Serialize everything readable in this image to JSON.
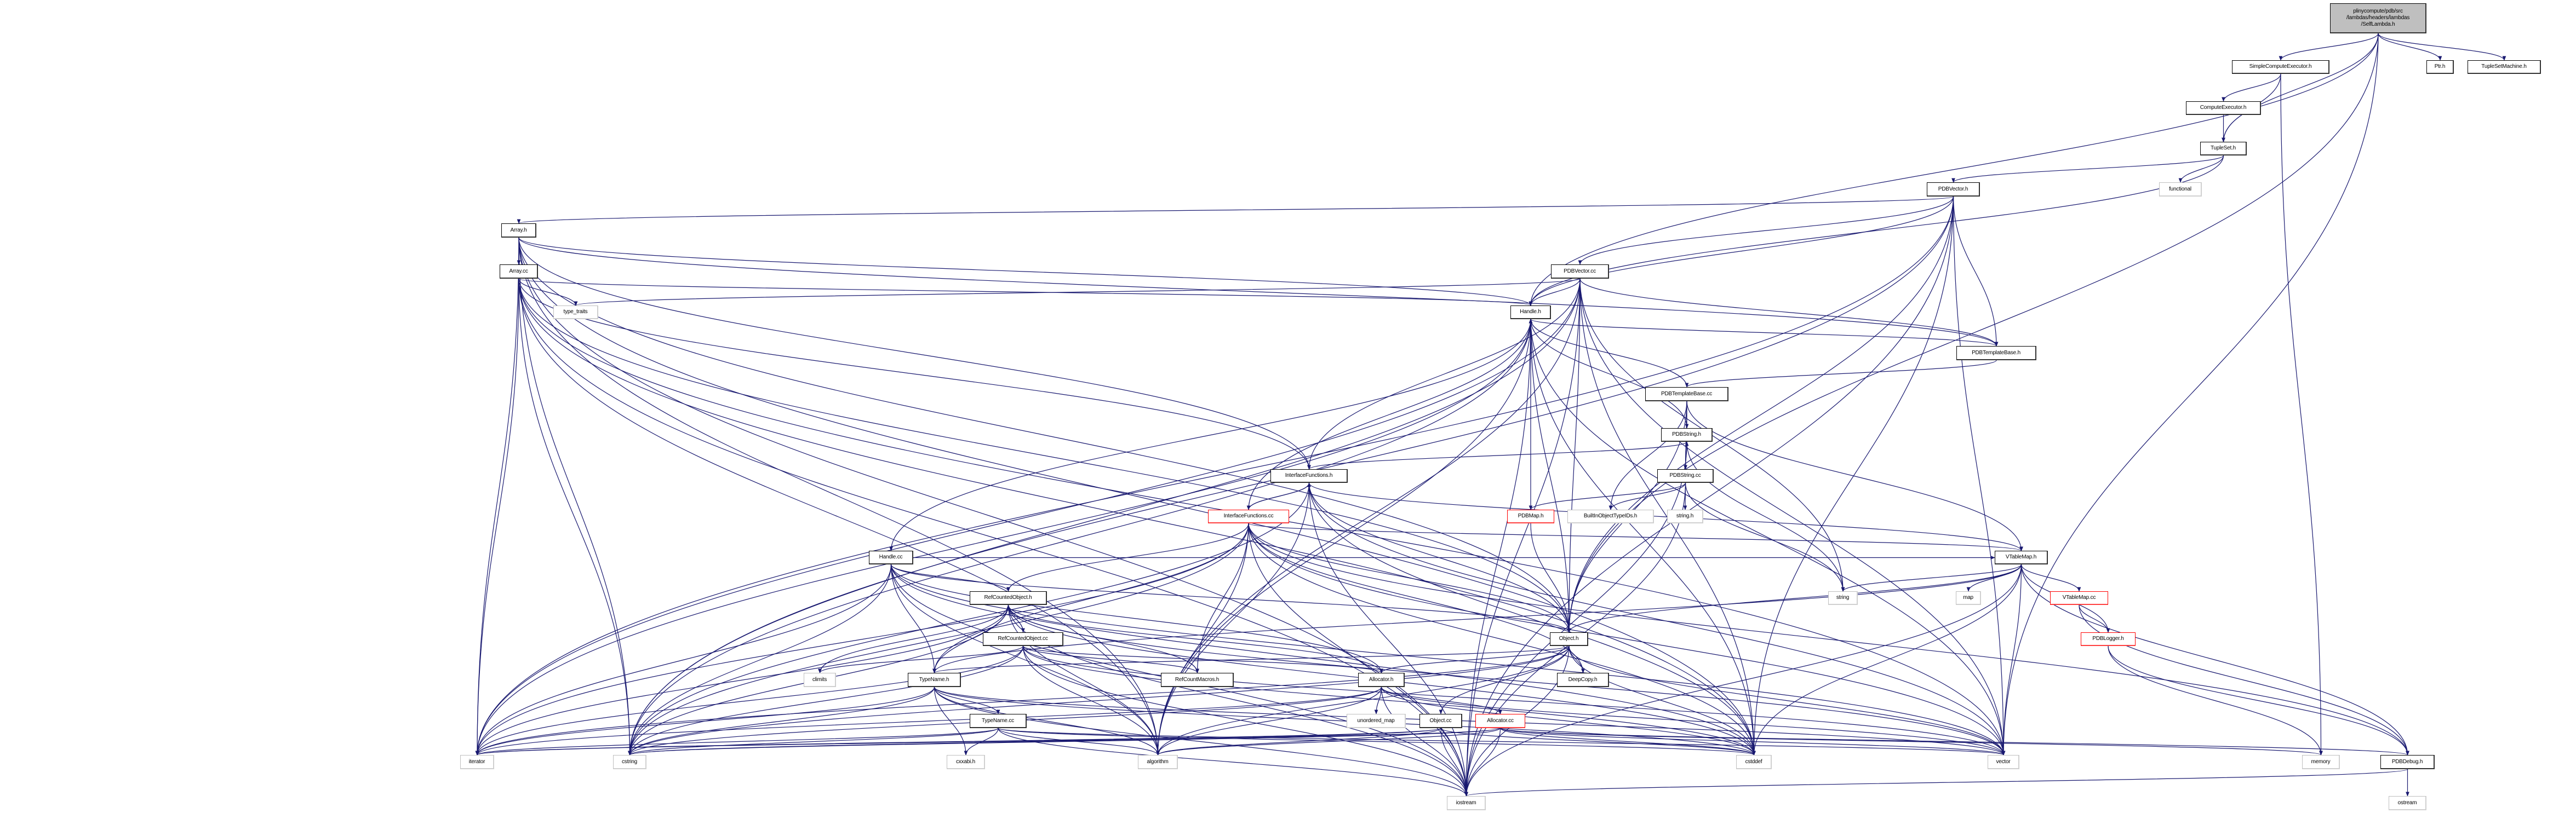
{
  "colors": {
    "edge": "#191970",
    "root_fill": "#bfbfbf",
    "truncated_border": "#ff0000",
    "system_border": "#bfbfbf"
  },
  "nodes": [
    {
      "id": "root",
      "label": "plinycompute/pdb/src /lambdas/headers/lambdas /SelfLambda.h",
      "kind": "root"
    },
    {
      "id": "sce",
      "label": "SimpleComputeExecutor.h",
      "kind": "doc"
    },
    {
      "id": "ptr",
      "label": "Ptr.h",
      "kind": "doc"
    },
    {
      "id": "tsm",
      "label": "TupleSetMachine.h",
      "kind": "doc"
    },
    {
      "id": "ce",
      "label": "ComputeExecutor.h",
      "kind": "doc"
    },
    {
      "id": "ts",
      "label": "TupleSet.h",
      "kind": "doc"
    },
    {
      "id": "pvh",
      "label": "PDBVector.h",
      "kind": "doc"
    },
    {
      "id": "functional",
      "label": "functional",
      "kind": "sys"
    },
    {
      "id": "arrh",
      "label": "Array.h",
      "kind": "doc"
    },
    {
      "id": "arrcc",
      "label": "Array.cc",
      "kind": "doc"
    },
    {
      "id": "type_traits",
      "label": "type_traits",
      "kind": "sys"
    },
    {
      "id": "pvcc",
      "label": "PDBVector.cc",
      "kind": "doc"
    },
    {
      "id": "handleh",
      "label": "Handle.h",
      "kind": "doc"
    },
    {
      "id": "ptbh",
      "label": "PDBTemplateBase.h",
      "kind": "doc"
    },
    {
      "id": "ptbcc",
      "label": "PDBTemplateBase.cc",
      "kind": "doc"
    },
    {
      "id": "psh",
      "label": "PDBString.h",
      "kind": "doc"
    },
    {
      "id": "ifh",
      "label": "InterfaceFunctions.h",
      "kind": "doc"
    },
    {
      "id": "pscc",
      "label": "PDBString.cc",
      "kind": "doc"
    },
    {
      "id": "pmap",
      "label": "PDBMap.h",
      "kind": "trunc"
    },
    {
      "id": "bitid",
      "label": "BuiltInObjectTypeIDs.h",
      "kind": "sys"
    },
    {
      "id": "stringh",
      "label": "string.h",
      "kind": "sys"
    },
    {
      "id": "ifcc",
      "label": "InterfaceFunctions.cc",
      "kind": "trunc"
    },
    {
      "id": "vtmh",
      "label": "VTableMap.h",
      "kind": "doc"
    },
    {
      "id": "handlecc",
      "label": "Handle.cc",
      "kind": "doc"
    },
    {
      "id": "string",
      "label": "string",
      "kind": "sys"
    },
    {
      "id": "map",
      "label": "map",
      "kind": "sys"
    },
    {
      "id": "vtmcc",
      "label": "VTableMap.cc",
      "kind": "trunc"
    },
    {
      "id": "rcoh",
      "label": "RefCountedObject.h",
      "kind": "doc"
    },
    {
      "id": "objh",
      "label": "Object.h",
      "kind": "doc"
    },
    {
      "id": "logger",
      "label": "PDBLogger.h",
      "kind": "trunc"
    },
    {
      "id": "rcocc",
      "label": "RefCountedObject.cc",
      "kind": "doc"
    },
    {
      "id": "climits",
      "label": "climits",
      "kind": "sys"
    },
    {
      "id": "tnh",
      "label": "TypeName.h",
      "kind": "doc"
    },
    {
      "id": "rcm",
      "label": "RefCountMacros.h",
      "kind": "doc"
    },
    {
      "id": "alloch",
      "label": "Allocator.h",
      "kind": "doc"
    },
    {
      "id": "deepcopy",
      "label": "DeepCopy.h",
      "kind": "doc"
    },
    {
      "id": "tncc",
      "label": "TypeName.cc",
      "kind": "doc"
    },
    {
      "id": "umap",
      "label": "unordered_map",
      "kind": "sys"
    },
    {
      "id": "objcc",
      "label": "Object.cc",
      "kind": "doc"
    },
    {
      "id": "alloccc",
      "label": "Allocator.cc",
      "kind": "trunc"
    },
    {
      "id": "iterator",
      "label": "iterator",
      "kind": "sys"
    },
    {
      "id": "cstring",
      "label": "cstring",
      "kind": "sys"
    },
    {
      "id": "cxxabi",
      "label": "cxxabi.h",
      "kind": "sys"
    },
    {
      "id": "algorithm",
      "label": "algorithm",
      "kind": "sys"
    },
    {
      "id": "cstddef",
      "label": "cstddef",
      "kind": "sys"
    },
    {
      "id": "vector",
      "label": "vector",
      "kind": "sys"
    },
    {
      "id": "memory",
      "label": "memory",
      "kind": "sys"
    },
    {
      "id": "debug",
      "label": "PDBDebug.h",
      "kind": "doc"
    },
    {
      "id": "iostream",
      "label": "iostream",
      "kind": "sys"
    },
    {
      "id": "ostream",
      "label": "ostream",
      "kind": "sys"
    }
  ],
  "edges": [
    [
      "root",
      "sce"
    ],
    [
      "root",
      "ptr"
    ],
    [
      "root",
      "tsm"
    ],
    [
      "root",
      "ts"
    ],
    [
      "root",
      "handleh"
    ],
    [
      "root",
      "objh"
    ],
    [
      "root",
      "vector"
    ],
    [
      "sce",
      "ce"
    ],
    [
      "sce",
      "ts"
    ],
    [
      "sce",
      "memory"
    ],
    [
      "ce",
      "ts"
    ],
    [
      "ts",
      "pvh"
    ],
    [
      "ts",
      "functional"
    ],
    [
      "ts",
      "handleh"
    ],
    [
      "pvh",
      "arrh"
    ],
    [
      "pvh",
      "pvcc"
    ],
    [
      "pvh",
      "handleh"
    ],
    [
      "pvh",
      "ptbh"
    ],
    [
      "pvh",
      "objh"
    ],
    [
      "pvh",
      "cstddef"
    ],
    [
      "pvh",
      "iostream"
    ],
    [
      "pvh",
      "iterator"
    ],
    [
      "pvh",
      "cstring"
    ],
    [
      "pvh",
      "vector"
    ],
    [
      "arrh",
      "arrcc"
    ],
    [
      "arrh",
      "handleh"
    ],
    [
      "arrh",
      "ptbh"
    ],
    [
      "arrh",
      "objh"
    ],
    [
      "arrh",
      "iostream"
    ],
    [
      "arrh",
      "iterator"
    ],
    [
      "arrh",
      "cstring"
    ],
    [
      "arrh",
      "algorithm"
    ],
    [
      "arrh",
      "cstddef"
    ],
    [
      "arrh",
      "ifh"
    ],
    [
      "arrcc",
      "type_traits"
    ],
    [
      "arrcc",
      "handleh"
    ],
    [
      "arrcc",
      "ifh"
    ],
    [
      "arrcc",
      "objh"
    ],
    [
      "arrcc",
      "iostream"
    ],
    [
      "arrcc",
      "iterator"
    ],
    [
      "arrcc",
      "cstring"
    ],
    [
      "arrcc",
      "algorithm"
    ],
    [
      "arrcc",
      "cstddef"
    ],
    [
      "arrcc",
      "vector"
    ],
    [
      "pvcc",
      "handleh"
    ],
    [
      "pvcc",
      "type_traits"
    ],
    [
      "pvcc",
      "ifh"
    ],
    [
      "pvcc",
      "ptbh"
    ],
    [
      "pvcc",
      "objh"
    ],
    [
      "pvcc",
      "iostream"
    ],
    [
      "pvcc",
      "iterator"
    ],
    [
      "pvcc",
      "cstring"
    ],
    [
      "pvcc",
      "algorithm"
    ],
    [
      "pvcc",
      "cstddef"
    ],
    [
      "pvcc",
      "vector"
    ],
    [
      "pvcc",
      "string"
    ],
    [
      "handleh",
      "handlecc"
    ],
    [
      "handleh",
      "ptbh"
    ],
    [
      "handleh",
      "objh"
    ],
    [
      "handleh",
      "iostream"
    ],
    [
      "handleh",
      "cstddef"
    ],
    [
      "handleh",
      "vector"
    ],
    [
      "handleh",
      "iterator"
    ],
    [
      "handleh",
      "cstring"
    ],
    [
      "handleh",
      "algorithm"
    ],
    [
      "ptbh",
      "ptbcc"
    ],
    [
      "ptbcc",
      "handleh"
    ],
    [
      "ptbcc",
      "psh"
    ],
    [
      "ptbcc",
      "pscc"
    ],
    [
      "ptbcc",
      "bitid"
    ],
    [
      "ptbcc",
      "vtmh"
    ],
    [
      "ptbcc",
      "objh"
    ],
    [
      "psh",
      "handleh"
    ],
    [
      "psh",
      "pscc"
    ],
    [
      "psh",
      "ifh"
    ],
    [
      "psh",
      "string"
    ],
    [
      "psh",
      "iostream"
    ],
    [
      "pscc",
      "psh"
    ],
    [
      "pscc",
      "pmap"
    ],
    [
      "pscc",
      "bitid"
    ],
    [
      "pscc",
      "stringh"
    ],
    [
      "pscc",
      "string"
    ],
    [
      "pscc",
      "iostream"
    ],
    [
      "pmap",
      "handleh"
    ],
    [
      "pmap",
      "objh"
    ],
    [
      "ifh",
      "ifcc"
    ],
    [
      "ifh",
      "objh"
    ],
    [
      "ifh",
      "vtmh"
    ],
    [
      "ifh",
      "algorithm"
    ],
    [
      "ifh",
      "cstring"
    ],
    [
      "ifh",
      "iostream"
    ],
    [
      "ifh",
      "cstddef"
    ],
    [
      "ifh",
      "vector"
    ],
    [
      "ifcc",
      "ifh"
    ],
    [
      "ifcc",
      "handleh"
    ],
    [
      "ifcc",
      "rcoh"
    ],
    [
      "ifcc",
      "rcm"
    ],
    [
      "ifcc",
      "tnh"
    ],
    [
      "ifcc",
      "objh"
    ],
    [
      "ifcc",
      "vtmh"
    ],
    [
      "ifcc",
      "algorithm"
    ],
    [
      "ifcc",
      "cstddef"
    ],
    [
      "ifcc",
      "iostream"
    ],
    [
      "ifcc",
      "iterator"
    ],
    [
      "ifcc",
      "cstring"
    ],
    [
      "ifcc",
      "debug"
    ],
    [
      "ifcc",
      "deepcopy"
    ],
    [
      "ifcc",
      "vector"
    ],
    [
      "handlecc",
      "rcoh"
    ],
    [
      "handlecc",
      "tnh"
    ],
    [
      "handlecc",
      "objh"
    ],
    [
      "handlecc",
      "vtmh"
    ],
    [
      "handlecc",
      "iterator"
    ],
    [
      "handlecc",
      "cstring"
    ],
    [
      "handlecc",
      "algorithm"
    ],
    [
      "handlecc",
      "iostream"
    ],
    [
      "handlecc",
      "cstddef"
    ],
    [
      "handlecc",
      "vector"
    ],
    [
      "handlecc",
      "alloch"
    ],
    [
      "vtmh",
      "string"
    ],
    [
      "vtmh",
      "map"
    ],
    [
      "vtmh",
      "vtmcc"
    ],
    [
      "vtmh",
      "logger"
    ],
    [
      "vtmh",
      "debug"
    ],
    [
      "vtmh",
      "objh"
    ],
    [
      "vtmh",
      "vector"
    ],
    [
      "vtmh",
      "cstddef"
    ],
    [
      "vtmh",
      "iostream"
    ],
    [
      "vtmh",
      "tnh"
    ],
    [
      "vtmcc",
      "logger"
    ],
    [
      "vtmcc",
      "debug"
    ],
    [
      "logger",
      "memory"
    ],
    [
      "logger",
      "debug"
    ],
    [
      "rcoh",
      "rcocc"
    ],
    [
      "rcoh",
      "tnh"
    ],
    [
      "rcoh",
      "climits"
    ],
    [
      "rcoh",
      "rcm"
    ],
    [
      "rcoh",
      "algorithm"
    ],
    [
      "rcoh",
      "iterator"
    ],
    [
      "rcoh",
      "cstring"
    ],
    [
      "rcoh",
      "cstddef"
    ],
    [
      "rcoh",
      "iostream"
    ],
    [
      "rcoh",
      "vector"
    ],
    [
      "rcoh",
      "alloch"
    ],
    [
      "rcocc",
      "rcoh"
    ],
    [
      "rcocc",
      "climits"
    ],
    [
      "rcocc",
      "rcm"
    ],
    [
      "rcocc",
      "alloch"
    ],
    [
      "rcocc",
      "algorithm"
    ],
    [
      "rcocc",
      "cstddef"
    ],
    [
      "rcocc",
      "vector"
    ],
    [
      "rcocc",
      "iterator"
    ],
    [
      "rcocc",
      "cstring"
    ],
    [
      "rcocc",
      "iostream"
    ],
    [
      "objh",
      "deepcopy"
    ],
    [
      "objh",
      "objcc"
    ],
    [
      "objh",
      "alloch"
    ],
    [
      "objh",
      "iostream"
    ],
    [
      "objh",
      "cstddef"
    ],
    [
      "objh",
      "vector"
    ],
    [
      "objh",
      "algorithm"
    ],
    [
      "objh",
      "iterator"
    ],
    [
      "objh",
      "cstring"
    ],
    [
      "objh",
      "tnh"
    ],
    [
      "tnh",
      "tncc"
    ],
    [
      "tnh",
      "cxxabi"
    ],
    [
      "tnh",
      "algorithm"
    ],
    [
      "tnh",
      "iterator"
    ],
    [
      "tnh",
      "cstring"
    ],
    [
      "tnh",
      "iostream"
    ],
    [
      "tnh",
      "cstddef"
    ],
    [
      "tnh",
      "vector"
    ],
    [
      "tncc",
      "cxxabi"
    ],
    [
      "tncc",
      "algorithm"
    ],
    [
      "tncc",
      "iterator"
    ],
    [
      "tncc",
      "cstring"
    ],
    [
      "tncc",
      "iostream"
    ],
    [
      "tncc",
      "cstddef"
    ],
    [
      "tncc",
      "vector"
    ],
    [
      "alloch",
      "umap"
    ],
    [
      "alloch",
      "alloccc"
    ],
    [
      "alloch",
      "algorithm"
    ],
    [
      "alloch",
      "cstddef"
    ],
    [
      "alloch",
      "vector"
    ],
    [
      "alloch",
      "iostream"
    ],
    [
      "alloch",
      "cstring"
    ],
    [
      "alloch",
      "iterator"
    ],
    [
      "objcc",
      "iostream"
    ],
    [
      "objcc",
      "algorithm"
    ],
    [
      "objcc",
      "cstring"
    ],
    [
      "objcc",
      "iterator"
    ],
    [
      "objcc",
      "cstddef"
    ],
    [
      "alloccc",
      "iostream"
    ],
    [
      "alloccc",
      "cstddef"
    ],
    [
      "alloccc",
      "vector"
    ],
    [
      "alloccc",
      "algorithm"
    ],
    [
      "alloccc",
      "memory"
    ],
    [
      "alloccc",
      "debug"
    ],
    [
      "alloccc",
      "cstring"
    ],
    [
      "alloccc",
      "iterator"
    ],
    [
      "debug",
      "ostream"
    ],
    [
      "debug",
      "iostream"
    ]
  ]
}
